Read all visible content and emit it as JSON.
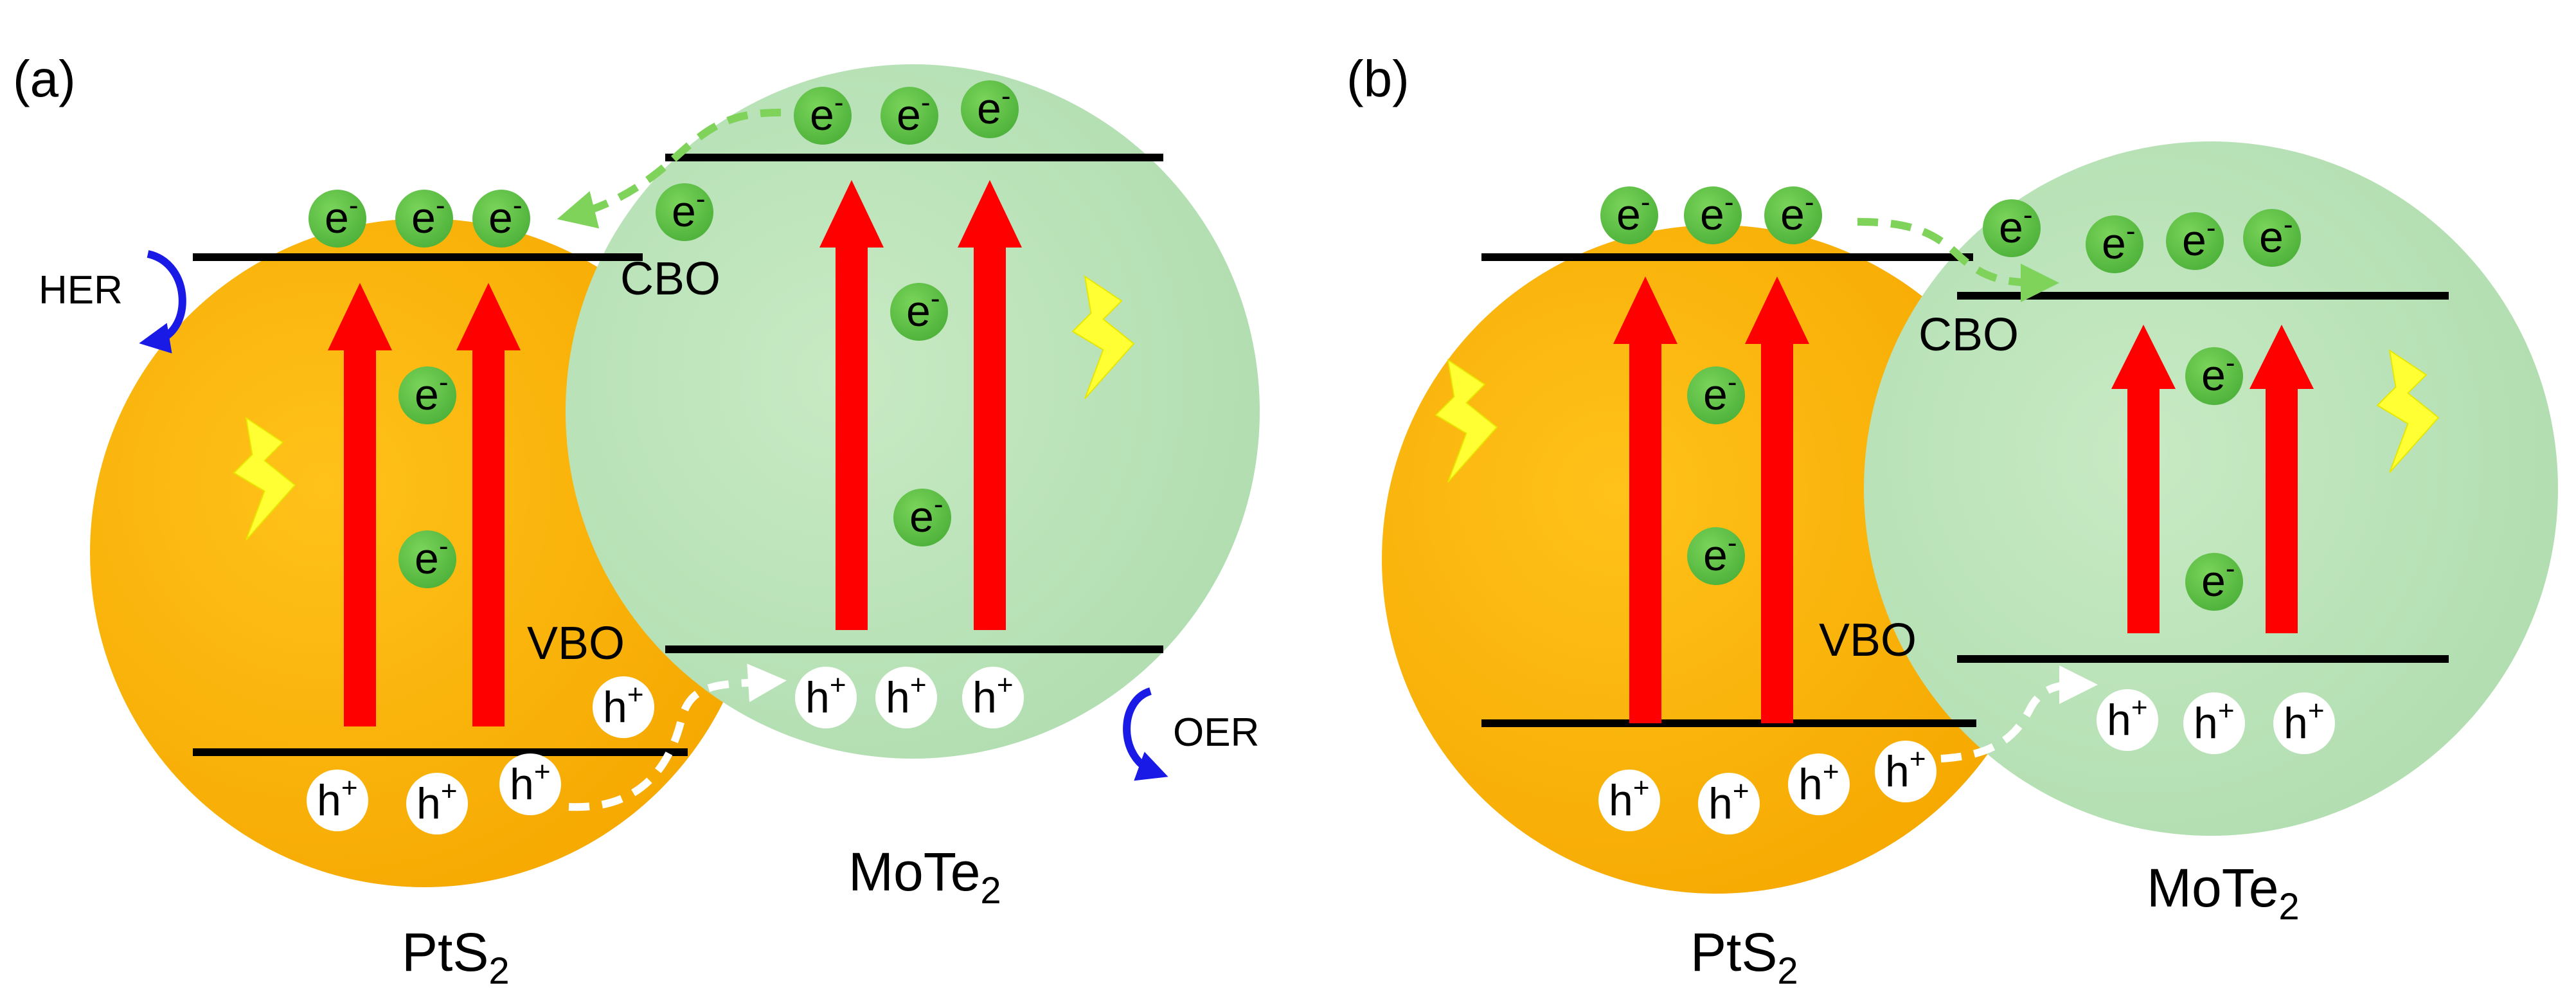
{
  "panels": [
    {
      "label": "(a)",
      "left_material": {
        "base": "PtS",
        "sub": "2"
      },
      "right_material": {
        "base": "MoTe",
        "sub": "2"
      },
      "cbo_label": "CBO",
      "vbo_label": "VBO",
      "her_label": "HER",
      "oer_label": "OER"
    },
    {
      "label": "(b)",
      "left_material": {
        "base": "PtS",
        "sub": "2"
      },
      "right_material": {
        "base": "MoTe",
        "sub": "2"
      },
      "cbo_label": "CBO",
      "vbo_label": "VBO"
    }
  ],
  "particles": {
    "electron": {
      "base": "e",
      "sup": "-"
    },
    "hole": {
      "base": "h",
      "sup": "+"
    }
  },
  "colors": {
    "pts2_fill": "#FDB400",
    "mote2_fill": "#BEE3BE",
    "electron": "#66C449",
    "hole": "#FFFFFF",
    "excitation_arrow": "#FF0000",
    "electron_path": "#7FD35A",
    "hole_path": "#FFFFFF",
    "lightning": "#FFFF33",
    "reaction_arrow": "#1A1AE6",
    "band_line": "#000000"
  },
  "icons": [
    "lightning-icon",
    "curved-arrow-icon",
    "dashed-transfer-arrow"
  ]
}
